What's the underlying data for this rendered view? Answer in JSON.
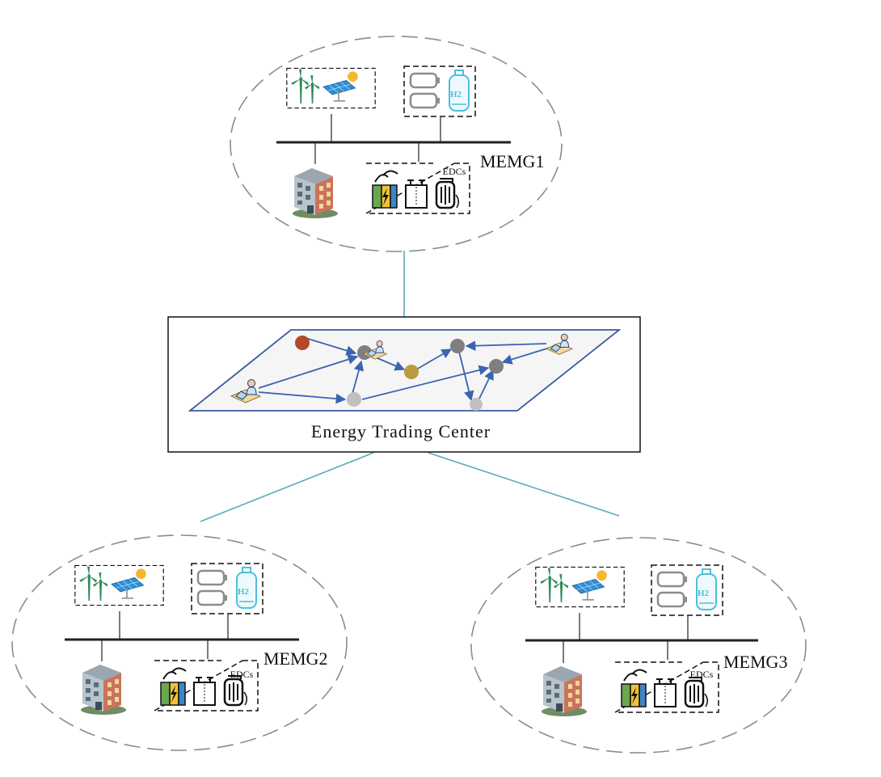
{
  "center": {
    "label": "Energy Trading Center"
  },
  "microgrids": [
    {
      "name": "MEMG1",
      "edc_label": "EDCs",
      "storage_badge": "H2"
    },
    {
      "name": "MEMG2",
      "edc_label": "EDCs",
      "storage_badge": "H2"
    },
    {
      "name": "MEMG3",
      "edc_label": "EDCs",
      "storage_badge": "H2"
    }
  ],
  "colors": {
    "link_line": "#5aaab8",
    "ellipse_stroke": "#8c8c8c",
    "bus": "#222222",
    "arrow": "#3a64b0",
    "turbine": "#2e8b57",
    "panel": "#2f8fd6",
    "sun": "#f5b731",
    "hydrogen": "#4bbfdc",
    "battery": "#8c8c8c"
  },
  "icons": [
    "wind-turbine-icon",
    "solar-panel-icon",
    "battery-icon",
    "hydrogen-tank-icon",
    "building-icon",
    "electrolyzer-icon",
    "fuel-cell-icon",
    "compressor-icon",
    "trader-icon",
    "market-node-icon"
  ]
}
